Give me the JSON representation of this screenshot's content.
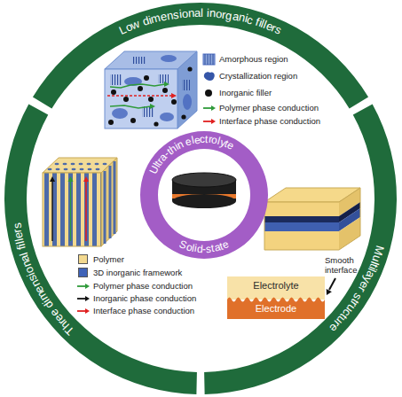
{
  "diagram": {
    "nodes": [
      {
        "text": [
          "Low dimensional inorganic fillers"
        ]
      },
      {
        "text": [
          "Three dimensional fillers"
        ]
      },
      {
        "text": [
          "Multilayer structure"
        ]
      },
      {
        "text": [
          "Ultra-thin electrolyte",
          "Solid-state"
        ]
      },
      {
        "text": [
          "Electrolyte"
        ]
      },
      {
        "text": [
          "Electrode"
        ]
      }
    ],
    "labels": [
      "Smooth interface"
    ],
    "legend": [
      {
        "text": "Amorphous region"
      },
      {
        "text": "Crystallization region"
      },
      {
        "text": "Inorganic filler"
      },
      {
        "text": "Polymer phase conduction"
      },
      {
        "text": "Interface phase conduction"
      },
      {
        "text": "Polymer",
        "color": "#f3d98f"
      },
      {
        "text": "3D inorganic framework",
        "color": "#3f63b8"
      },
      {
        "text": "Polymer phase conduction"
      },
      {
        "text": "Inorganic phase conduction"
      },
      {
        "text": "Interface phase conduction"
      }
    ]
  }
}
